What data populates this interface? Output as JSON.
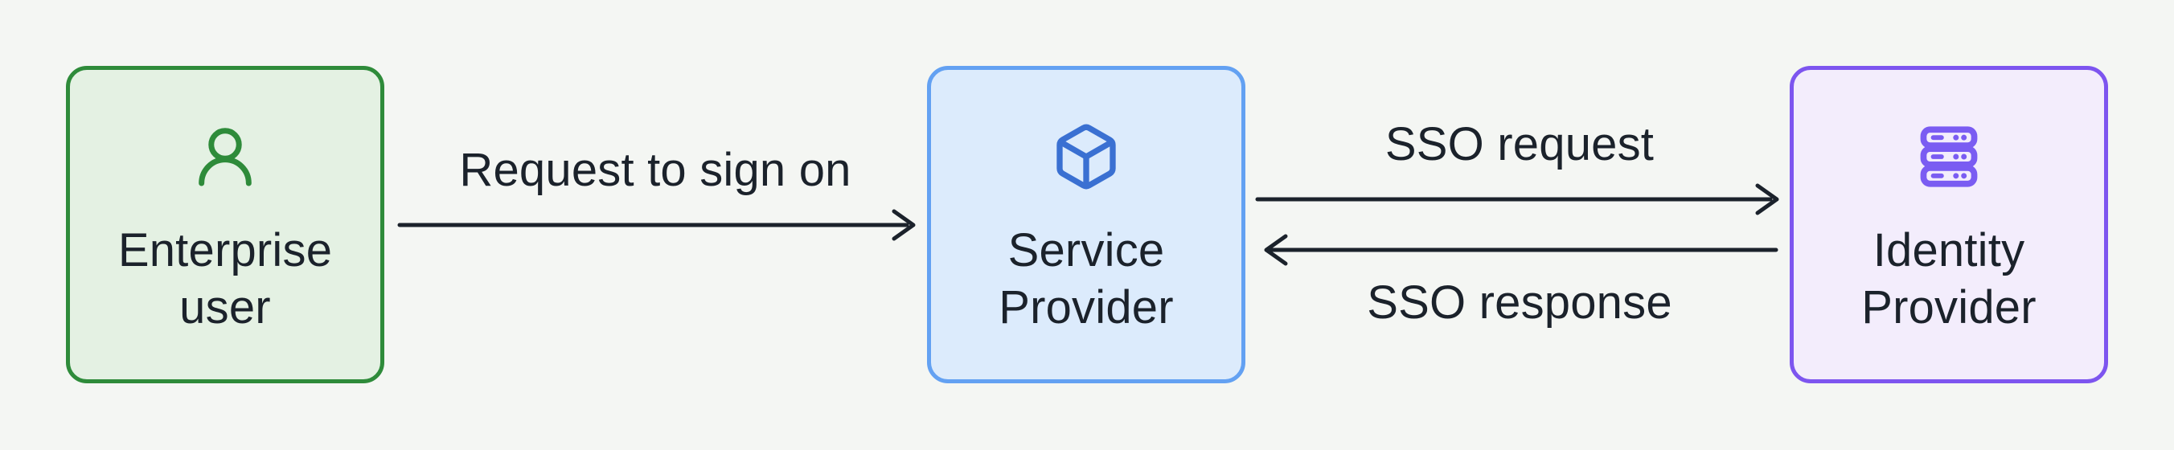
{
  "ui": {
    "background": "#f4f6f3",
    "ink": "#1b222b"
  },
  "nodes": [
    {
      "id": "enterprise-user",
      "label": "Enterprise user",
      "lines": [
        "Enterprise",
        "user"
      ],
      "icon": "user-icon",
      "fill": "#e4f1e3",
      "border": "#2e8b3a",
      "icon_color": "#2e8b3a"
    },
    {
      "id": "service-provider",
      "label": "Service Provider",
      "lines": [
        "Service",
        "Provider"
      ],
      "icon": "cube-icon",
      "fill": "#dcebfc",
      "border": "#63a1f2",
      "icon_color": "#3a70d2"
    },
    {
      "id": "identity-provider",
      "label": "Identity Provider",
      "lines": [
        "Identity",
        "Provider"
      ],
      "icon": "server-icon",
      "fill": "#f3edfc",
      "border": "#7d55ef",
      "icon_color": "#7a5cf2"
    }
  ],
  "edges": [
    {
      "label": "Request to sign on",
      "from": "Enterprise user",
      "to": "Service Provider",
      "direction": "right"
    },
    {
      "label": "SSO request",
      "from": "Service Provider",
      "to": "Identity Provider",
      "direction": "right"
    },
    {
      "label": "SSO response",
      "from": "Identity Provider",
      "to": "Service Provider",
      "direction": "left"
    }
  ]
}
